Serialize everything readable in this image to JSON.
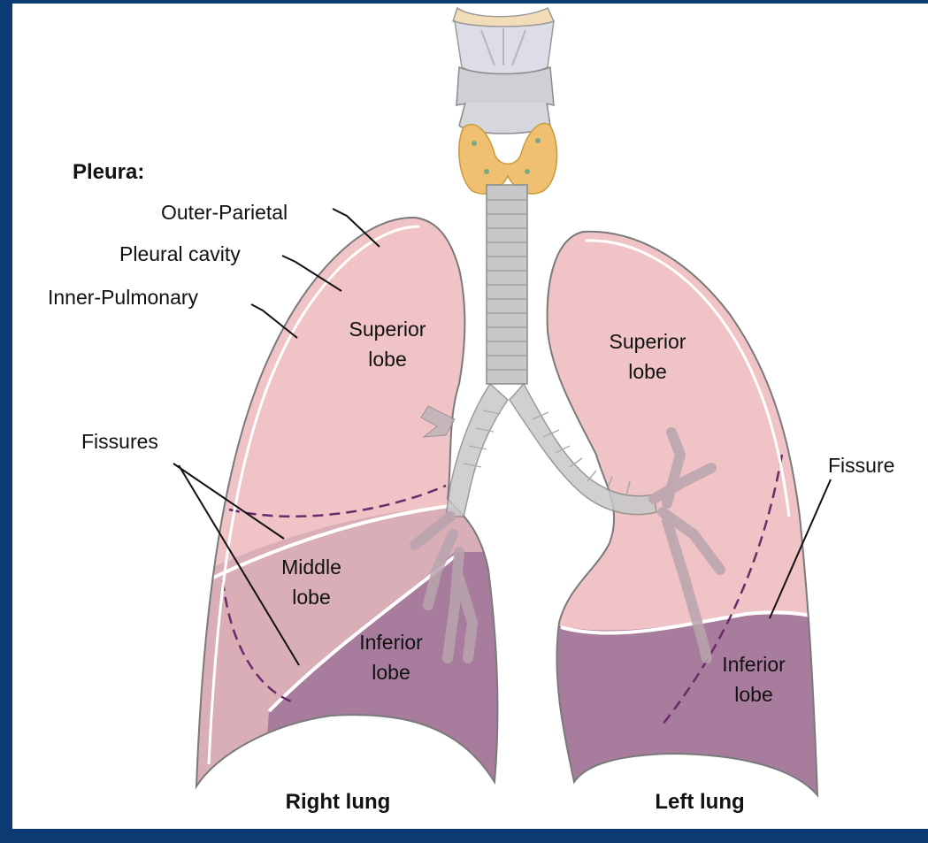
{
  "labels": {
    "pleura_heading": "Pleura:",
    "outer_parietal": "Outer-Parietal",
    "pleural_cavity": "Pleural cavity",
    "inner_pulmonary": "Inner-Pulmonary",
    "fissures": "Fissures",
    "fissure": "Fissure",
    "right_superior": [
      "Superior",
      "lobe"
    ],
    "right_middle": [
      "Middle",
      "lobe"
    ],
    "right_inferior": [
      "Inferior",
      "lobe"
    ],
    "left_superior": [
      "Superior",
      "lobe"
    ],
    "left_inferior": [
      "Inferior",
      "lobe"
    ],
    "right_lung": "Right lung",
    "left_lung": "Left lung"
  },
  "colors": {
    "border": "#0c3a73",
    "superior_lobe": "#f0c4c6",
    "middle_lobe": "#d9aeb6",
    "inferior_lobe": "#a87c9c",
    "fissure_dashed": "#6b2a6a",
    "trachea": "#c4c6c8",
    "thyroid": "#f0c070"
  }
}
